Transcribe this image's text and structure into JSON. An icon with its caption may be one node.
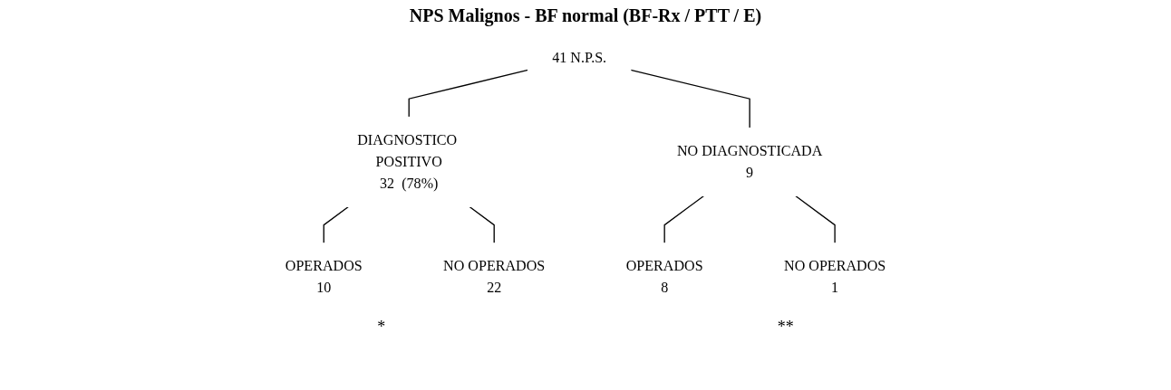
{
  "diagram": {
    "title": "NPS Malignos  -  BF normal  (BF-Rx  /  PTT  /  E)",
    "nodes": [
      {
        "text": [
          "41 N.P.S."
        ]
      },
      {
        "text": [
          "DIAGNOSTICO POSITIVO",
          "32  (78%)"
        ]
      },
      {
        "text": [
          "NO DIAGNOSTICADA",
          "9"
        ]
      },
      {
        "text": [
          "OPERADOS",
          "10"
        ]
      },
      {
        "text": [
          "NO OPERADOS",
          "22"
        ]
      },
      {
        "text": [
          "OPERADOS",
          "8"
        ]
      },
      {
        "text": [
          "NO OPERADOS",
          "1"
        ]
      }
    ],
    "edges": [
      {
        "from": 0,
        "to": 1,
        "arrow": "none"
      },
      {
        "from": 0,
        "to": 2,
        "arrow": "none"
      },
      {
        "from": 1,
        "to": 3,
        "arrow": "none"
      },
      {
        "from": 1,
        "to": 4,
        "arrow": "none"
      },
      {
        "from": 2,
        "to": 5,
        "arrow": "none"
      },
      {
        "from": 2,
        "to": 6,
        "arrow": "none"
      }
    ],
    "labels": [
      "*",
      "**"
    ]
  }
}
